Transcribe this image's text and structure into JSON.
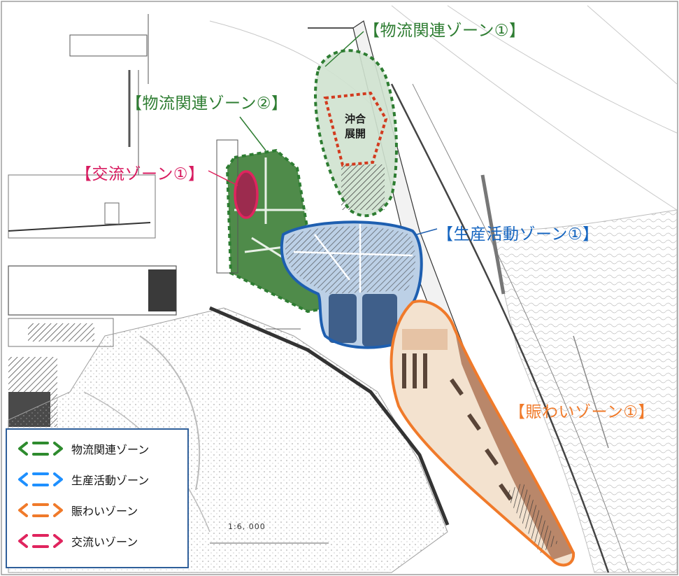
{
  "map": {
    "zone_labels": {
      "logistics_1": "【物流関連ゾーン①】",
      "logistics_2": "【物流関連ゾーン②】",
      "exchange_1": "【交流ゾーン①】",
      "production_1": "【生産活動ゾーン①】",
      "bustle_1": "【賑わいゾーン①】"
    },
    "offshore_label_line1": "沖合",
    "offshore_label_line2": "展開",
    "scale": "1:6, 000"
  },
  "legend": {
    "items": [
      {
        "label": "物流関連ゾーン",
        "color": "#2e8b2e"
      },
      {
        "label": "生産活動ゾーン",
        "color": "#1e90ff"
      },
      {
        "label": "賑わいゾーン",
        "color": "#f07a2a"
      },
      {
        "label": "交流いゾーン",
        "color": "#e0245e"
      }
    ]
  },
  "colors": {
    "logistics": "#2e7d32",
    "production": "#1565c0",
    "bustle": "#f07a2a",
    "exchange": "#d81b60",
    "offshore": "#d23b1f"
  }
}
